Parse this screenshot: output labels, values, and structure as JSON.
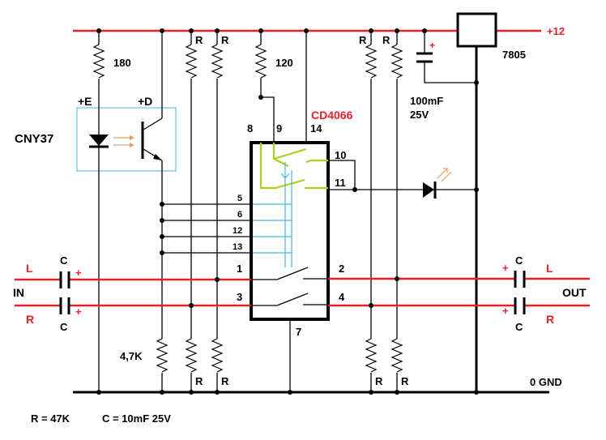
{
  "labels": {
    "r_top_1": "R",
    "r_top_2": "R",
    "r_top_3": "R",
    "r_top_4": "R",
    "r_bot_1": "R",
    "r_bot_2": "R",
    "r_bot_3": "R",
    "r_bot_4": "R",
    "r180": "180",
    "r120": "120",
    "r4k7": "4,7K",
    "plus12": "+12",
    "reg": "7805",
    "cap_value": "100mF",
    "cap_voltage": "25V",
    "cap_plus": "+",
    "opto_e": "+E",
    "opto_d": "+D",
    "opto_name": "CNY37",
    "ic_name": "CD4066",
    "pin8": "8",
    "pin9": "9",
    "pin14": "14",
    "pin10": "10",
    "pin11": "11",
    "pin5": "5",
    "pin6": "6",
    "pin12": "12",
    "pin13": "13",
    "pin1": "1",
    "pin2": "2",
    "pin3": "3",
    "pin4": "4",
    "pin7": "7",
    "in_L": "L",
    "in_R": "R",
    "in_label": "IN",
    "out_L": "L",
    "out_R": "R",
    "out_label": "OUT",
    "c_in_top": "C",
    "c_in_bot": "C",
    "c_out_top": "C",
    "c_out_bot": "C",
    "c_in_plus_top": "+",
    "c_in_plus_bot": "+",
    "c_out_plus_top": "+",
    "c_out_plus_bot": "+",
    "gnd": "0 GND",
    "footer_r": "R = 47K",
    "footer_c": "C = 10mF  25V"
  },
  "colors": {
    "rail": "#e8202a",
    "label_red": "#e8202a",
    "switch_green": "#a8d11a",
    "control_cyan": "#4bb3de",
    "opto_box": "#4bb3de",
    "led_rays": "#e0a060"
  }
}
